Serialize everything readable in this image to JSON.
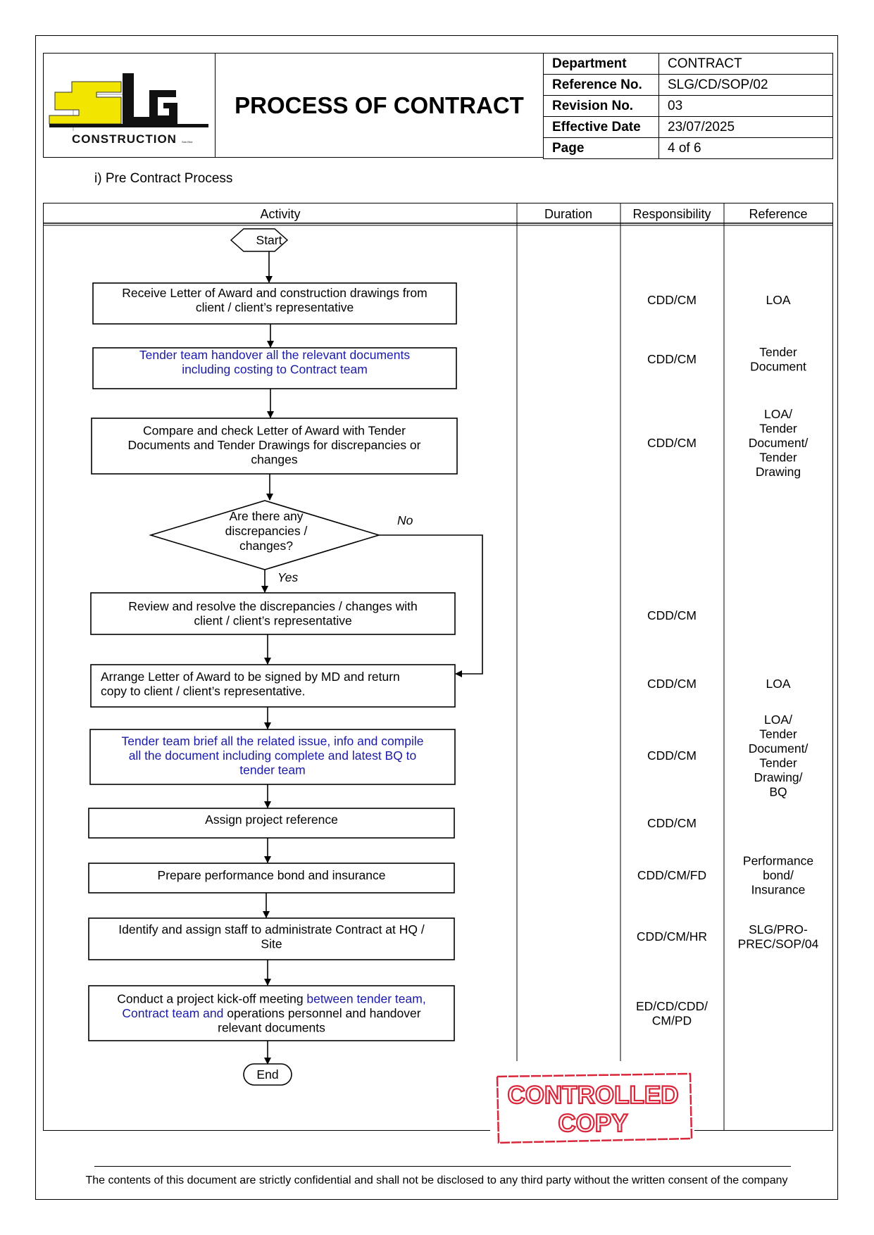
{
  "logo": {
    "letters": "SLG",
    "text": "CONSTRUCTION",
    "small": "Sdn Bhd"
  },
  "title": "PROCESS OF CONTRACT",
  "meta": [
    {
      "key": "Department",
      "value": "CONTRACT"
    },
    {
      "key": "Reference No.",
      "value": "SLG/CD/SOP/02"
    },
    {
      "key": "Revision No.",
      "value": "03"
    },
    {
      "key": "Effective Date",
      "value": "23/07/2025"
    },
    {
      "key": "Page",
      "value": "4 of 6"
    }
  ],
  "section_title": "i) Pre Contract Process",
  "columns": {
    "activity": "Activity",
    "duration": "Duration",
    "responsibility": "Responsibility",
    "reference": "Reference"
  },
  "flow": {
    "start": "Start",
    "end": "End",
    "yes": "Yes",
    "no": "No",
    "decision": [
      "Are there any",
      "discrepancies /",
      "changes?"
    ],
    "steps": [
      {
        "lines": [
          "Receive Letter of Award and construction drawings from",
          "client / client’s representative"
        ],
        "responsibility": [
          "CDD/CM"
        ],
        "reference": [
          "LOA"
        ]
      },
      {
        "lines": [
          "Tender team handover all the relevant documents",
          "including costing to Contract team"
        ],
        "responsibility": [
          "CDD/CM"
        ],
        "reference": [
          "Tender",
          "Document"
        ]
      },
      {
        "lines": [
          "Compare and check Letter of Award with Tender",
          "Documents and Tender Drawings for discrepancies or",
          "changes"
        ],
        "responsibility": [
          "CDD/CM"
        ],
        "reference": [
          "LOA/",
          "Tender",
          "Document/",
          "Tender",
          "Drawing"
        ]
      },
      {
        "lines": [
          "Review and resolve the discrepancies / changes with",
          "client / client’s representative"
        ],
        "responsibility": [
          "CDD/CM"
        ],
        "reference": []
      },
      {
        "lines": [
          "Arrange Letter of Award to be signed by MD and return",
          "copy to client / client’s representative."
        ],
        "responsibility": [
          "CDD/CM"
        ],
        "reference": [
          "LOA"
        ]
      },
      {
        "lines": [
          "Tender team brief all the related issue, info and compile",
          "all the document including complete and latest BQ to",
          "tender team"
        ],
        "responsibility": [
          "CDD/CM"
        ],
        "reference": [
          "LOA/",
          "Tender",
          "Document/",
          "Tender",
          "Drawing/",
          "BQ"
        ]
      },
      {
        "lines": [
          "Assign project reference"
        ],
        "responsibility": [
          "CDD/CM"
        ],
        "reference": []
      },
      {
        "lines": [
          "Prepare performance bond and insurance"
        ],
        "responsibility": [
          "CDD/CM/FD"
        ],
        "reference": [
          "Performance",
          "bond/",
          "Insurance"
        ]
      },
      {
        "lines": [
          "Identify and assign staff to administrate Contract at HQ /",
          "Site"
        ],
        "responsibility": [
          "CDD/CM/HR"
        ],
        "reference": [
          "SLG/PRO-",
          "PREC/SOP/04"
        ]
      },
      {
        "lines": [
          "Conduct a project kick-off meeting between tender team,",
          "Contract team and operations personnel and handover",
          "relevant documents"
        ],
        "responsibility": [
          "ED/CD/CDD/",
          "CM/PD"
        ],
        "reference": []
      }
    ]
  },
  "stamp": [
    "CONTROLLED",
    "COPY"
  ],
  "footer": "The contents of this document are strictly confidential and shall not be disclosed to any third party without the written consent of the company",
  "colors": {
    "blue_text": "#1a1aa8",
    "logo_yellow": "#f2e600",
    "stamp_red": "#d9263a"
  }
}
